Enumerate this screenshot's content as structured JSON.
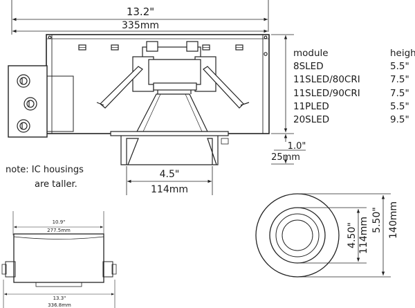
{
  "dimensions": {
    "overall_width_in": "13.2\"",
    "overall_width_mm": "335mm",
    "aperture_in": "4.5\"",
    "aperture_mm": "114mm",
    "flange_in": "1.0\"",
    "flange_mm": "25mm",
    "small_top_in": "10.9\"",
    "small_top_mm": "277.5mm",
    "small_bottom_in": "13.3\"",
    "small_bottom_mm": "336.8mm",
    "trim_inner_in": "4.50\"",
    "trim_inner_mm": "114mm",
    "trim_outer_in": "5.50\"",
    "trim_outer_mm": "140mm"
  },
  "height_table": {
    "headers": [
      "module",
      "height"
    ],
    "rows": [
      [
        "8SLED",
        "5.5\""
      ],
      [
        "11SLED/80CRI",
        "7.5\""
      ],
      [
        "11SLED/90CRI",
        "7.5\""
      ],
      [
        "11PLED",
        "5.5\""
      ],
      [
        "20SLED",
        "9.5\""
      ]
    ]
  },
  "note": {
    "line1": "note: IC housings",
    "line2": "are taller."
  }
}
